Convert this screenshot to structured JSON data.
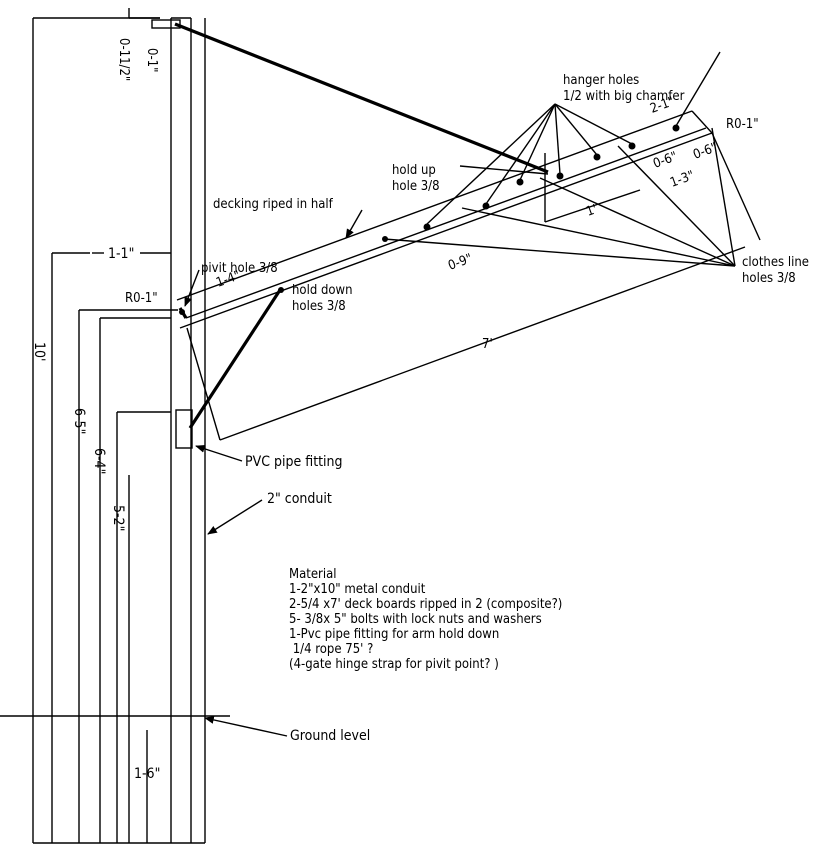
{
  "labels": {
    "dim_0_1": "0-1\"",
    "dim_0_1_half": "0-11/2\"",
    "dim_10": "10'",
    "dim_1_1": "1-1\"",
    "dim_6_5": "6-5\"",
    "dim_6_4": "6-4\"",
    "dim_5_2": "5-2\"",
    "dim_1_6": "1-6\"",
    "dim_r01_left": "R0-1\"",
    "dim_1_4": "1-4\"",
    "dim_7": "7'",
    "dim_0_9": "0-9\"",
    "dim_1": "1'",
    "dim_1_3": "1-3\"",
    "dim_0_6a": "0-6\"",
    "dim_0_6b": "0-6\"",
    "dim_2_1": "2-1\"",
    "dim_r01_right": "R0-1\"",
    "pivit_hole": "pivit hole 3/8",
    "hold_down_1": "hold down",
    "hold_down_2": "holes 3/8",
    "decking": "decking riped in half",
    "hold_up_1": "hold up",
    "hold_up_2": "hole 3/8",
    "hanger_1": "hanger holes",
    "hanger_2": "1/2 with big chamfer",
    "clothes_1": "clothes line",
    "clothes_2": "holes 3/8",
    "pvc_fitting": "PVC pipe fitting",
    "conduit": "2\" conduit",
    "ground": "Ground level"
  },
  "material": {
    "title": "Material",
    "items": [
      "1-2\"x10\" metal conduit",
      "2-5/4 x7' deck boards ripped in 2 (composite?)",
      "5- 3/8x 5\" bolts with lock nuts and washers",
      "1-Pvc pipe fitting  for arm hold down",
      " 1/4 rope 75' ?",
      "(4-gate hinge strap for pivit point? )"
    ]
  }
}
